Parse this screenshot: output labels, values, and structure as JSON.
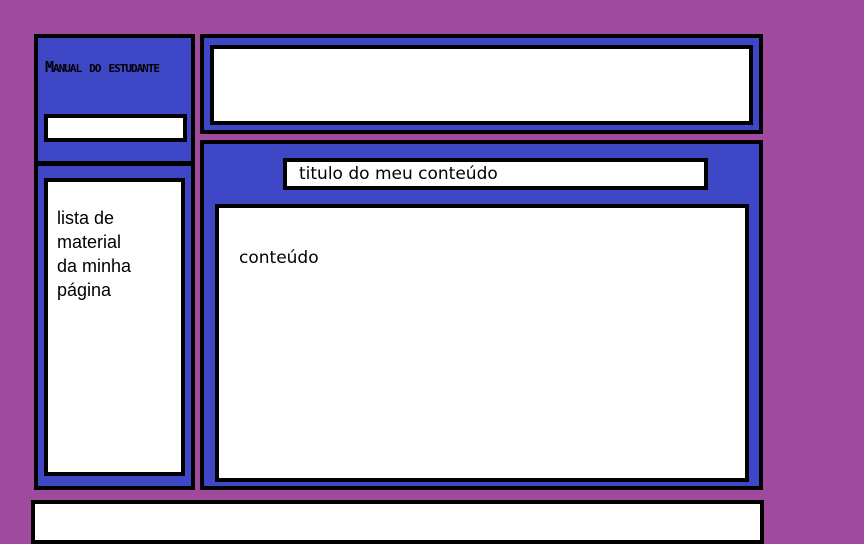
{
  "sidebar": {
    "site_title": "Manual do estudante",
    "material_list_text": "lista de\nmaterial\n da minha\npágina"
  },
  "main": {
    "content_title": "titulo do meu conteúdo",
    "content_text": "conteúdo"
  },
  "colors": {
    "background": "#a04a9e",
    "panel": "#3e48c7",
    "box": "#ffffff",
    "border": "#000000"
  }
}
